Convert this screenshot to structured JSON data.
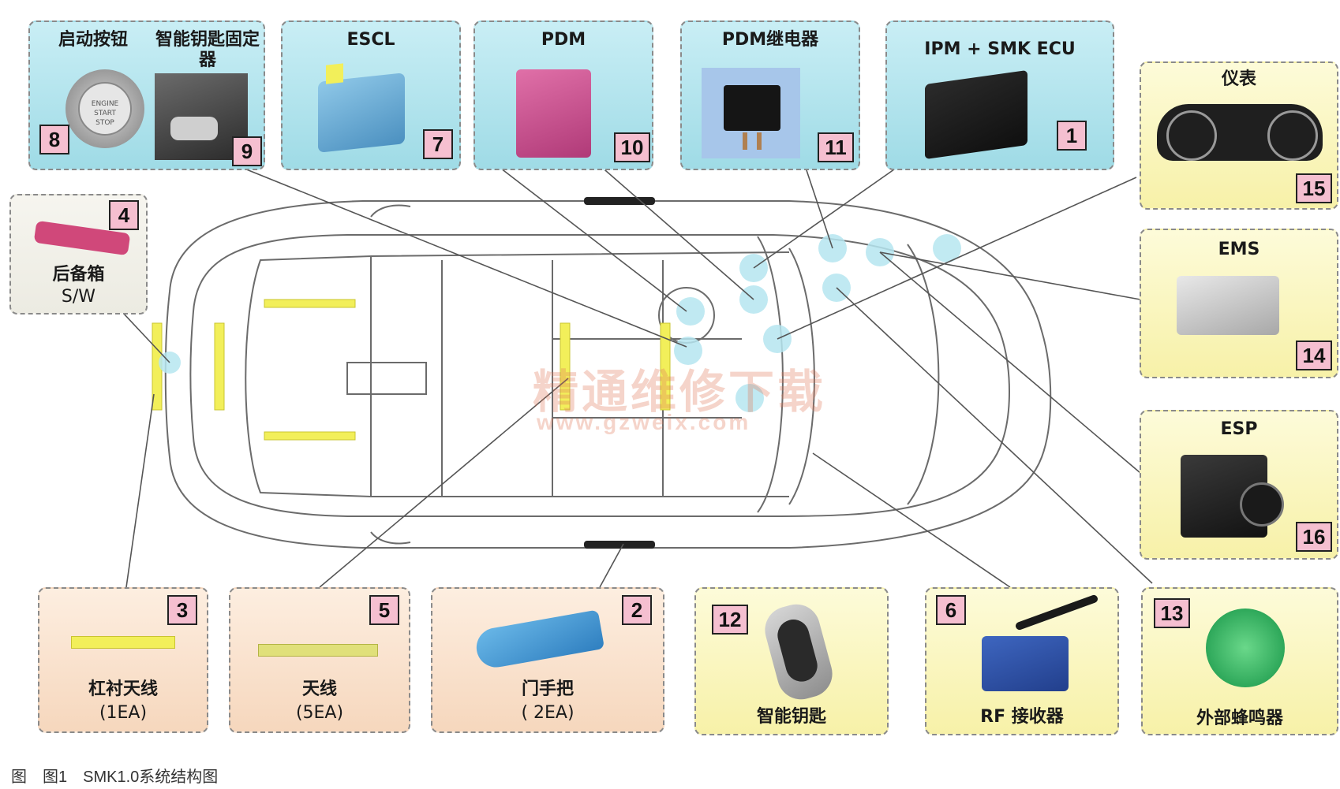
{
  "components": {
    "start_button": {
      "title": "启动按钮",
      "num": "8"
    },
    "key_holder": {
      "title": "智能钥匙固定器",
      "num": "9"
    },
    "escl": {
      "title": "ESCL",
      "num": "7"
    },
    "pdm": {
      "title": "PDM",
      "num": "10"
    },
    "pdm_relay": {
      "title": "PDM继电器",
      "num": "11"
    },
    "ipm_smk": {
      "title": "IPM + SMK ECU",
      "num": "1"
    },
    "cluster": {
      "title": "仪表",
      "num": "15"
    },
    "trunk_switch": {
      "title": "后备箱",
      "title2": "S/W",
      "num": "4"
    },
    "ems": {
      "title": "EMS",
      "num": "14"
    },
    "esp": {
      "title": "ESP",
      "num": "16"
    },
    "bumper_antenna": {
      "title": "杠衬天线",
      "title2": "(1EA)",
      "num": "3"
    },
    "antenna": {
      "title": "天线",
      "title2": "(5EA)",
      "num": "5"
    },
    "door_handle": {
      "title": "门手把",
      "title2": "( 2EA)",
      "num": "2"
    },
    "smart_key": {
      "title": "智能钥匙",
      "num": "12"
    },
    "rf_receiver": {
      "title": "RF 接收器",
      "num": "6"
    },
    "buzzer": {
      "title": "外部蜂鸣器",
      "num": "13"
    }
  },
  "start_button_text": {
    "l1": "ENGINE",
    "l2": "START",
    "l3": "STOP"
  },
  "watermark": {
    "cn": "精通维修下载",
    "url": "www.gzweix.com"
  },
  "caption": {
    "prefix": "图",
    "fig": "图1",
    "text": "SMK1.0系统结构图"
  },
  "colors": {
    "blue_panel": "#a8dfe8",
    "yellow_panel": "#f8f2b0",
    "peach_panel": "#f8dcc4",
    "num_badge": "#f5bfd0",
    "antenna": "#f2ef5a"
  }
}
